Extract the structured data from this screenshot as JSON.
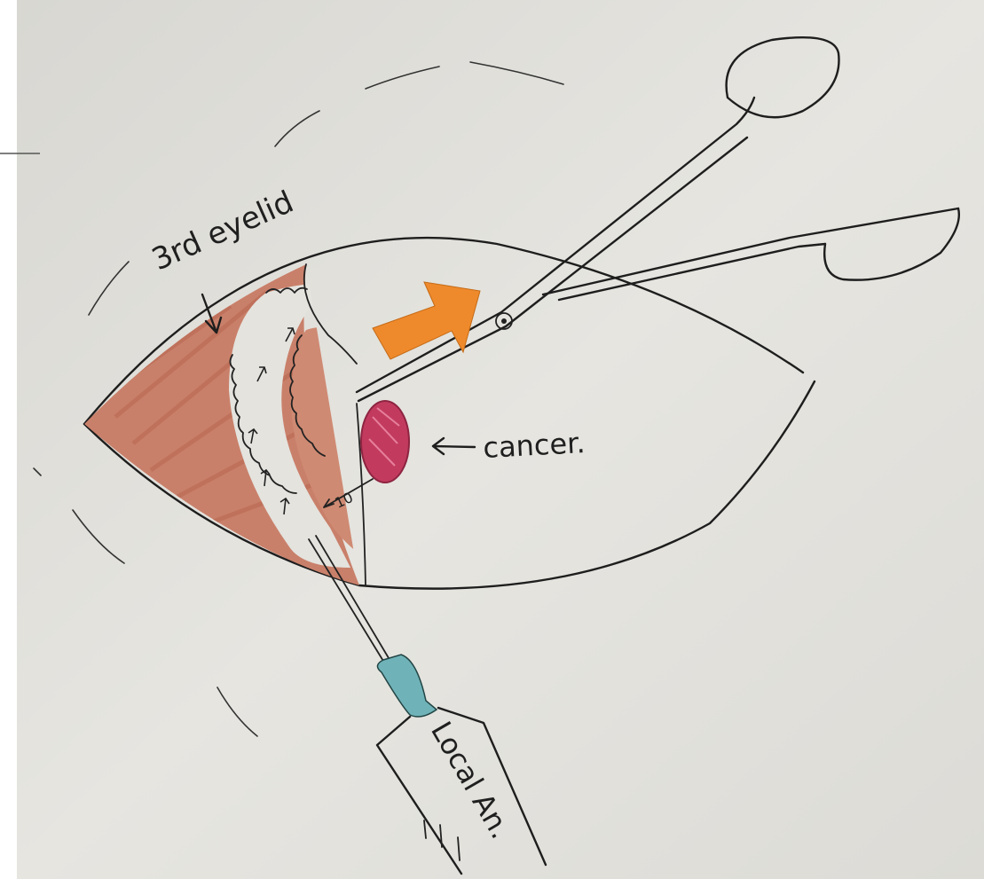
{
  "labels": {
    "third_eyelid": "3rd eyelid",
    "cancer": "cancer.",
    "syringe": "Local An.",
    "margin": "10"
  },
  "colors": {
    "paper": "#e4e3de",
    "tissue": "#cf8a73",
    "tissue_dark": "#b86e59",
    "lesion": "#c23b5e",
    "needle_hub": "#6fb3b8",
    "direction_arrow": "#ef8a2c",
    "ink": "#1e1e1e"
  },
  "icons": {
    "direction_arrow": "bent-arrow-icon",
    "instrument": "scissors-icon",
    "syringe": "syringe-icon"
  }
}
